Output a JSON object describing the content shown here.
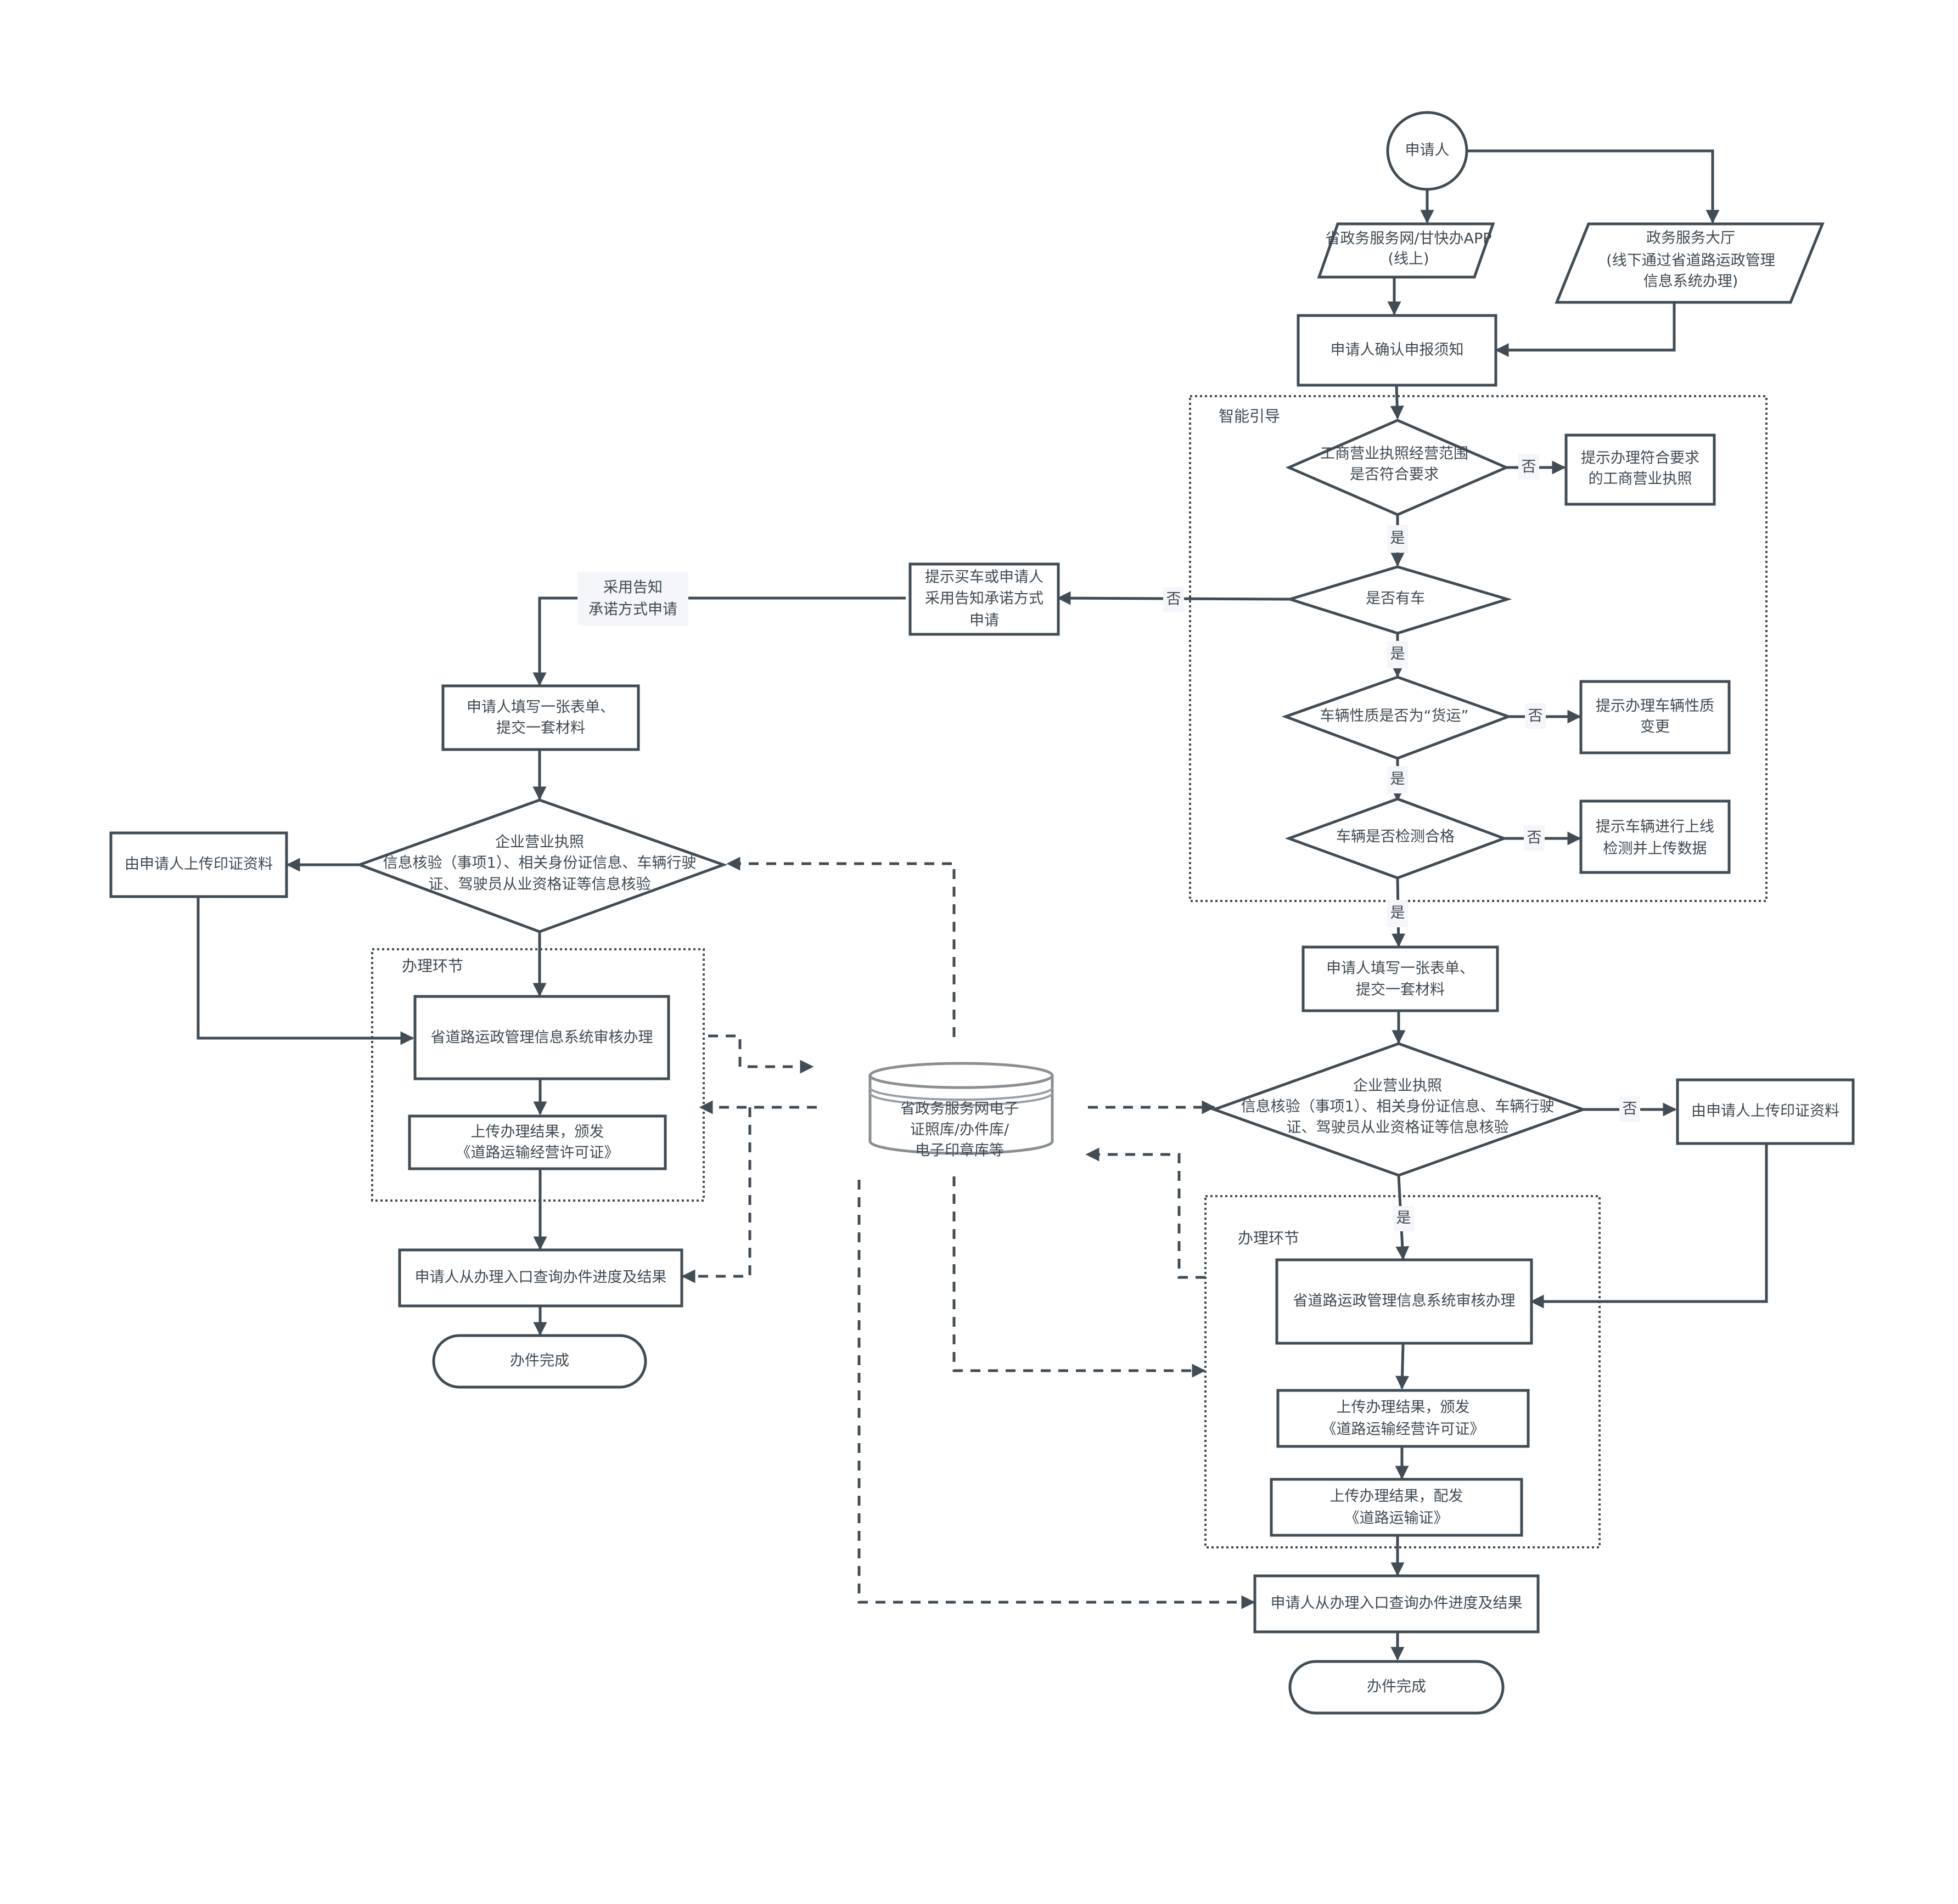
{
  "diagram": {
    "colors": {
      "stroke": "#414c55",
      "text": "#3f4a52",
      "tag_bg": "#f4f6f9"
    },
    "groups": {
      "smart_guide": "智能引导",
      "handling_left": "办理环节",
      "handling_right": "办理环节"
    },
    "nodes": {
      "applicant": "申请人",
      "online_channel": [
        "省政务服务网/甘快办APP",
        "(线上)"
      ],
      "offline_channel": [
        "政务服务大厅",
        "(线下通过省道路运政管理",
        "信息系统办理)"
      ],
      "confirm_notice": "申请人确认申报须知",
      "q_license_scope": [
        "工商营业执照经营范围",
        "是否符合要求"
      ],
      "hint_license": [
        "提示办理符合要求",
        "的工商营业执照"
      ],
      "q_has_vehicle": "是否有车",
      "hint_buy_vehicle": [
        "提示买车或申请人",
        "采用告知承诺方式",
        "申请"
      ],
      "q_vehicle_type": "车辆性质是否为“货运”",
      "hint_vehicle_type": [
        "提示办理车辆性质",
        "变更"
      ],
      "q_inspection": "车辆是否检测合格",
      "hint_inspection": [
        "提示车辆进行上线",
        "检测并上传数据"
      ],
      "right_fill_form": [
        "申请人填写一张表单、",
        "提交一套材料"
      ],
      "right_verify": [
        "企业营业执照",
        "信息核验（事项1）、相关身份证信息、车辆行驶",
        "证、驾驶员从业资格证等信息核验"
      ],
      "right_upload_cert": "由申请人上传印证资料",
      "right_system_review": "省道路运政管理信息系统审核办理",
      "right_issue_permit": [
        "上传办理结果，颁发",
        "《道路运输经营许可证》"
      ],
      "right_issue_transport": [
        "上传办理结果，配发",
        "《道路运输证》"
      ],
      "right_query": "申请人从办理入口查询办件进度及结果",
      "right_done": "办件完成",
      "database": [
        "省政务服务网电子",
        "证照库/办件库/",
        "电子印章库等"
      ],
      "left_fill_form": [
        "申请人填写一张表单、",
        "提交一套材料"
      ],
      "left_verify": [
        "企业营业执照",
        "信息核验（事项1）、相关身份证信息、车辆行驶",
        "证、驾驶员从业资格证等信息核验"
      ],
      "left_upload_cert": "由申请人上传印证资料",
      "left_system_review": "省道路运政管理信息系统审核办理",
      "left_issue_permit": [
        "上传办理结果，颁发",
        "《道路运输经营许可证》"
      ],
      "left_query": "申请人从办理入口查询办件进度及结果",
      "left_done": "办件完成"
    },
    "edge_labels": {
      "yes": "是",
      "no": "否",
      "commitment": [
        "采用告知",
        "承诺方式申请"
      ]
    }
  }
}
